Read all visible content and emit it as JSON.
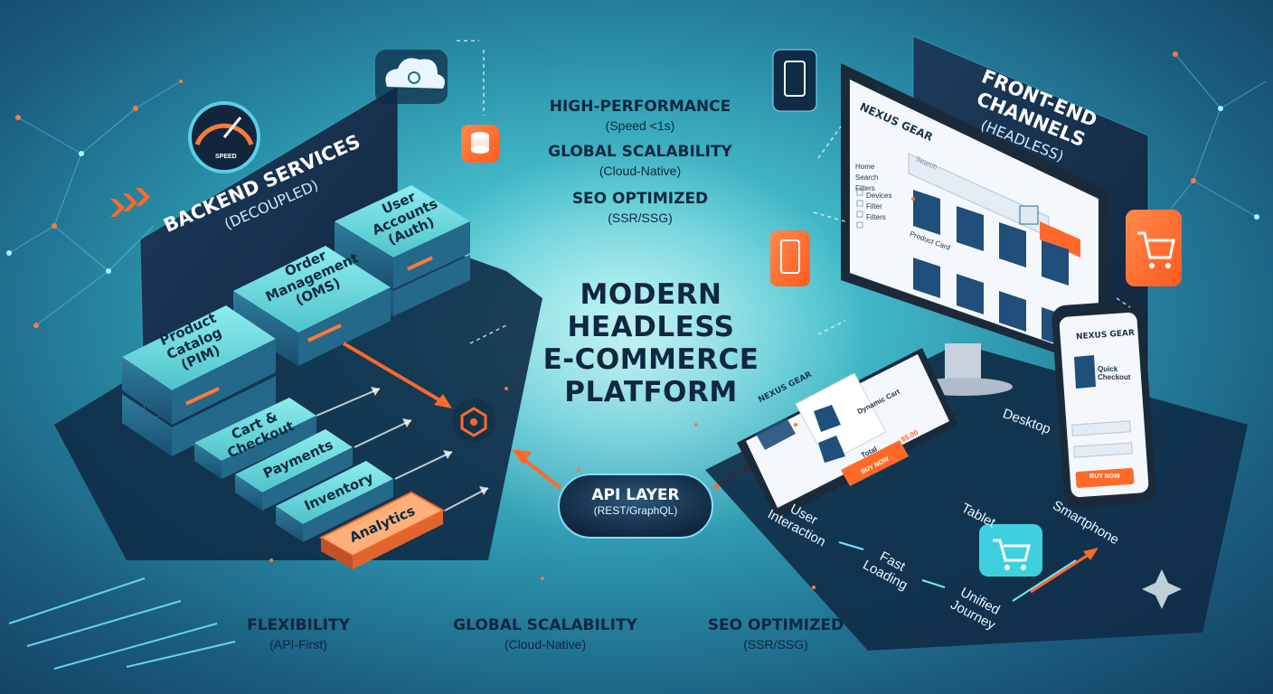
{
  "hero": {
    "line1": "MODERN",
    "line2": "HEADLESS",
    "line3": "E-COMMERCE",
    "line4": "PLATFORM"
  },
  "top_features": [
    {
      "title": "HIGH-PERFORMANCE",
      "subtitle": "(Speed <1s)"
    },
    {
      "title": "GLOBAL SCALABILITY",
      "subtitle": "(Cloud-Native)"
    },
    {
      "title": "SEO OPTIMIZED",
      "subtitle": "(SSR/SSG)"
    }
  ],
  "bottom_features": [
    {
      "title": "FLEXIBILITY",
      "subtitle": "(API-First)"
    },
    {
      "title": "GLOBAL SCALABILITY",
      "subtitle": "(Cloud-Native)"
    },
    {
      "title": "SEO OPTIMIZED",
      "subtitle": "(SSR/SSG)"
    }
  ],
  "api": {
    "title": "API LAYER",
    "subtitle": "(REST/GraphQL)"
  },
  "backend": {
    "title": "BACKEND SERVICES",
    "subtitle": "(DECOUPLED)",
    "gauge_label": "SPEED",
    "services": {
      "user_accounts": "User Accounts (Auth)",
      "order_management": "Order Management (OMS)",
      "product_catalog": "Product Catalog (PIM)",
      "cart_checkout": "Cart & Checkout",
      "payments": "Payments",
      "inventory": "Inventory",
      "analytics": "Analytics"
    }
  },
  "frontend": {
    "title": "FRONT-END CHANNELS",
    "subtitle": "(HEADLESS)",
    "desktop_shop": {
      "brand": "NEXUS GEAR",
      "nav_home": "Home",
      "nav_search": "Search",
      "nav_filters": "Filters",
      "search_placeholder": "Search",
      "product_label": "Product Card",
      "filter_1": "Devices",
      "filter_2": "Filter",
      "filter_3": "Filters"
    },
    "tablet_shop": {
      "brand": "NEXUS GEAR",
      "card_title": "Dynamic Cart",
      "total_label": "Total",
      "total_value": "$5.00",
      "button": "BUY NOW"
    },
    "phone_shop": {
      "brand": "NEXUS GEAR",
      "checkout": "Quick Checkout",
      "button": "BUY NOW"
    },
    "devices": {
      "desktop": "Desktop",
      "tablet": "Tablet",
      "smartphone": "Smartphone"
    },
    "flow": [
      "User Interaction",
      "Fast Loading",
      "Unified Journey"
    ]
  },
  "colors": {
    "accent_orange": "#ff6a2b",
    "panel_dark": "#17304a",
    "block_teal": "#5fd3d6",
    "text_dark": "#0f2740"
  }
}
